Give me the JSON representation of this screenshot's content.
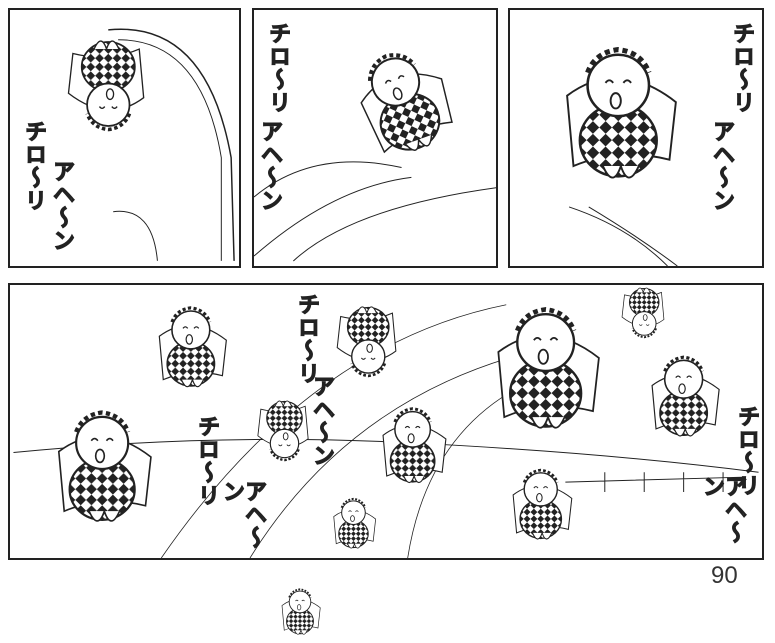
{
  "page": {
    "number": "90"
  },
  "panels": [
    {
      "sfx": [
        "チロ～リ",
        "アヘ～ン"
      ]
    },
    {
      "sfx": [
        "チロ～リ",
        "アヘ～ン"
      ]
    },
    {
      "sfx": [
        "チロ～リ",
        "アヘ～ン"
      ]
    },
    {
      "sfx": [
        "チロ～リ",
        "アヘ～ン",
        "チロ～リ",
        "アヘ～ン",
        "チロ～リ",
        "アヘ～ン"
      ]
    }
  ]
}
